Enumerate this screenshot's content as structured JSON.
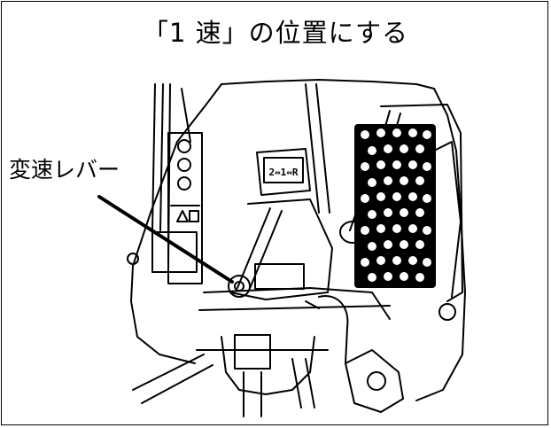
{
  "title": "「1 速」の位置にする",
  "callout_label": "変速レバー",
  "plate_text": "2⇔1⇔R"
}
